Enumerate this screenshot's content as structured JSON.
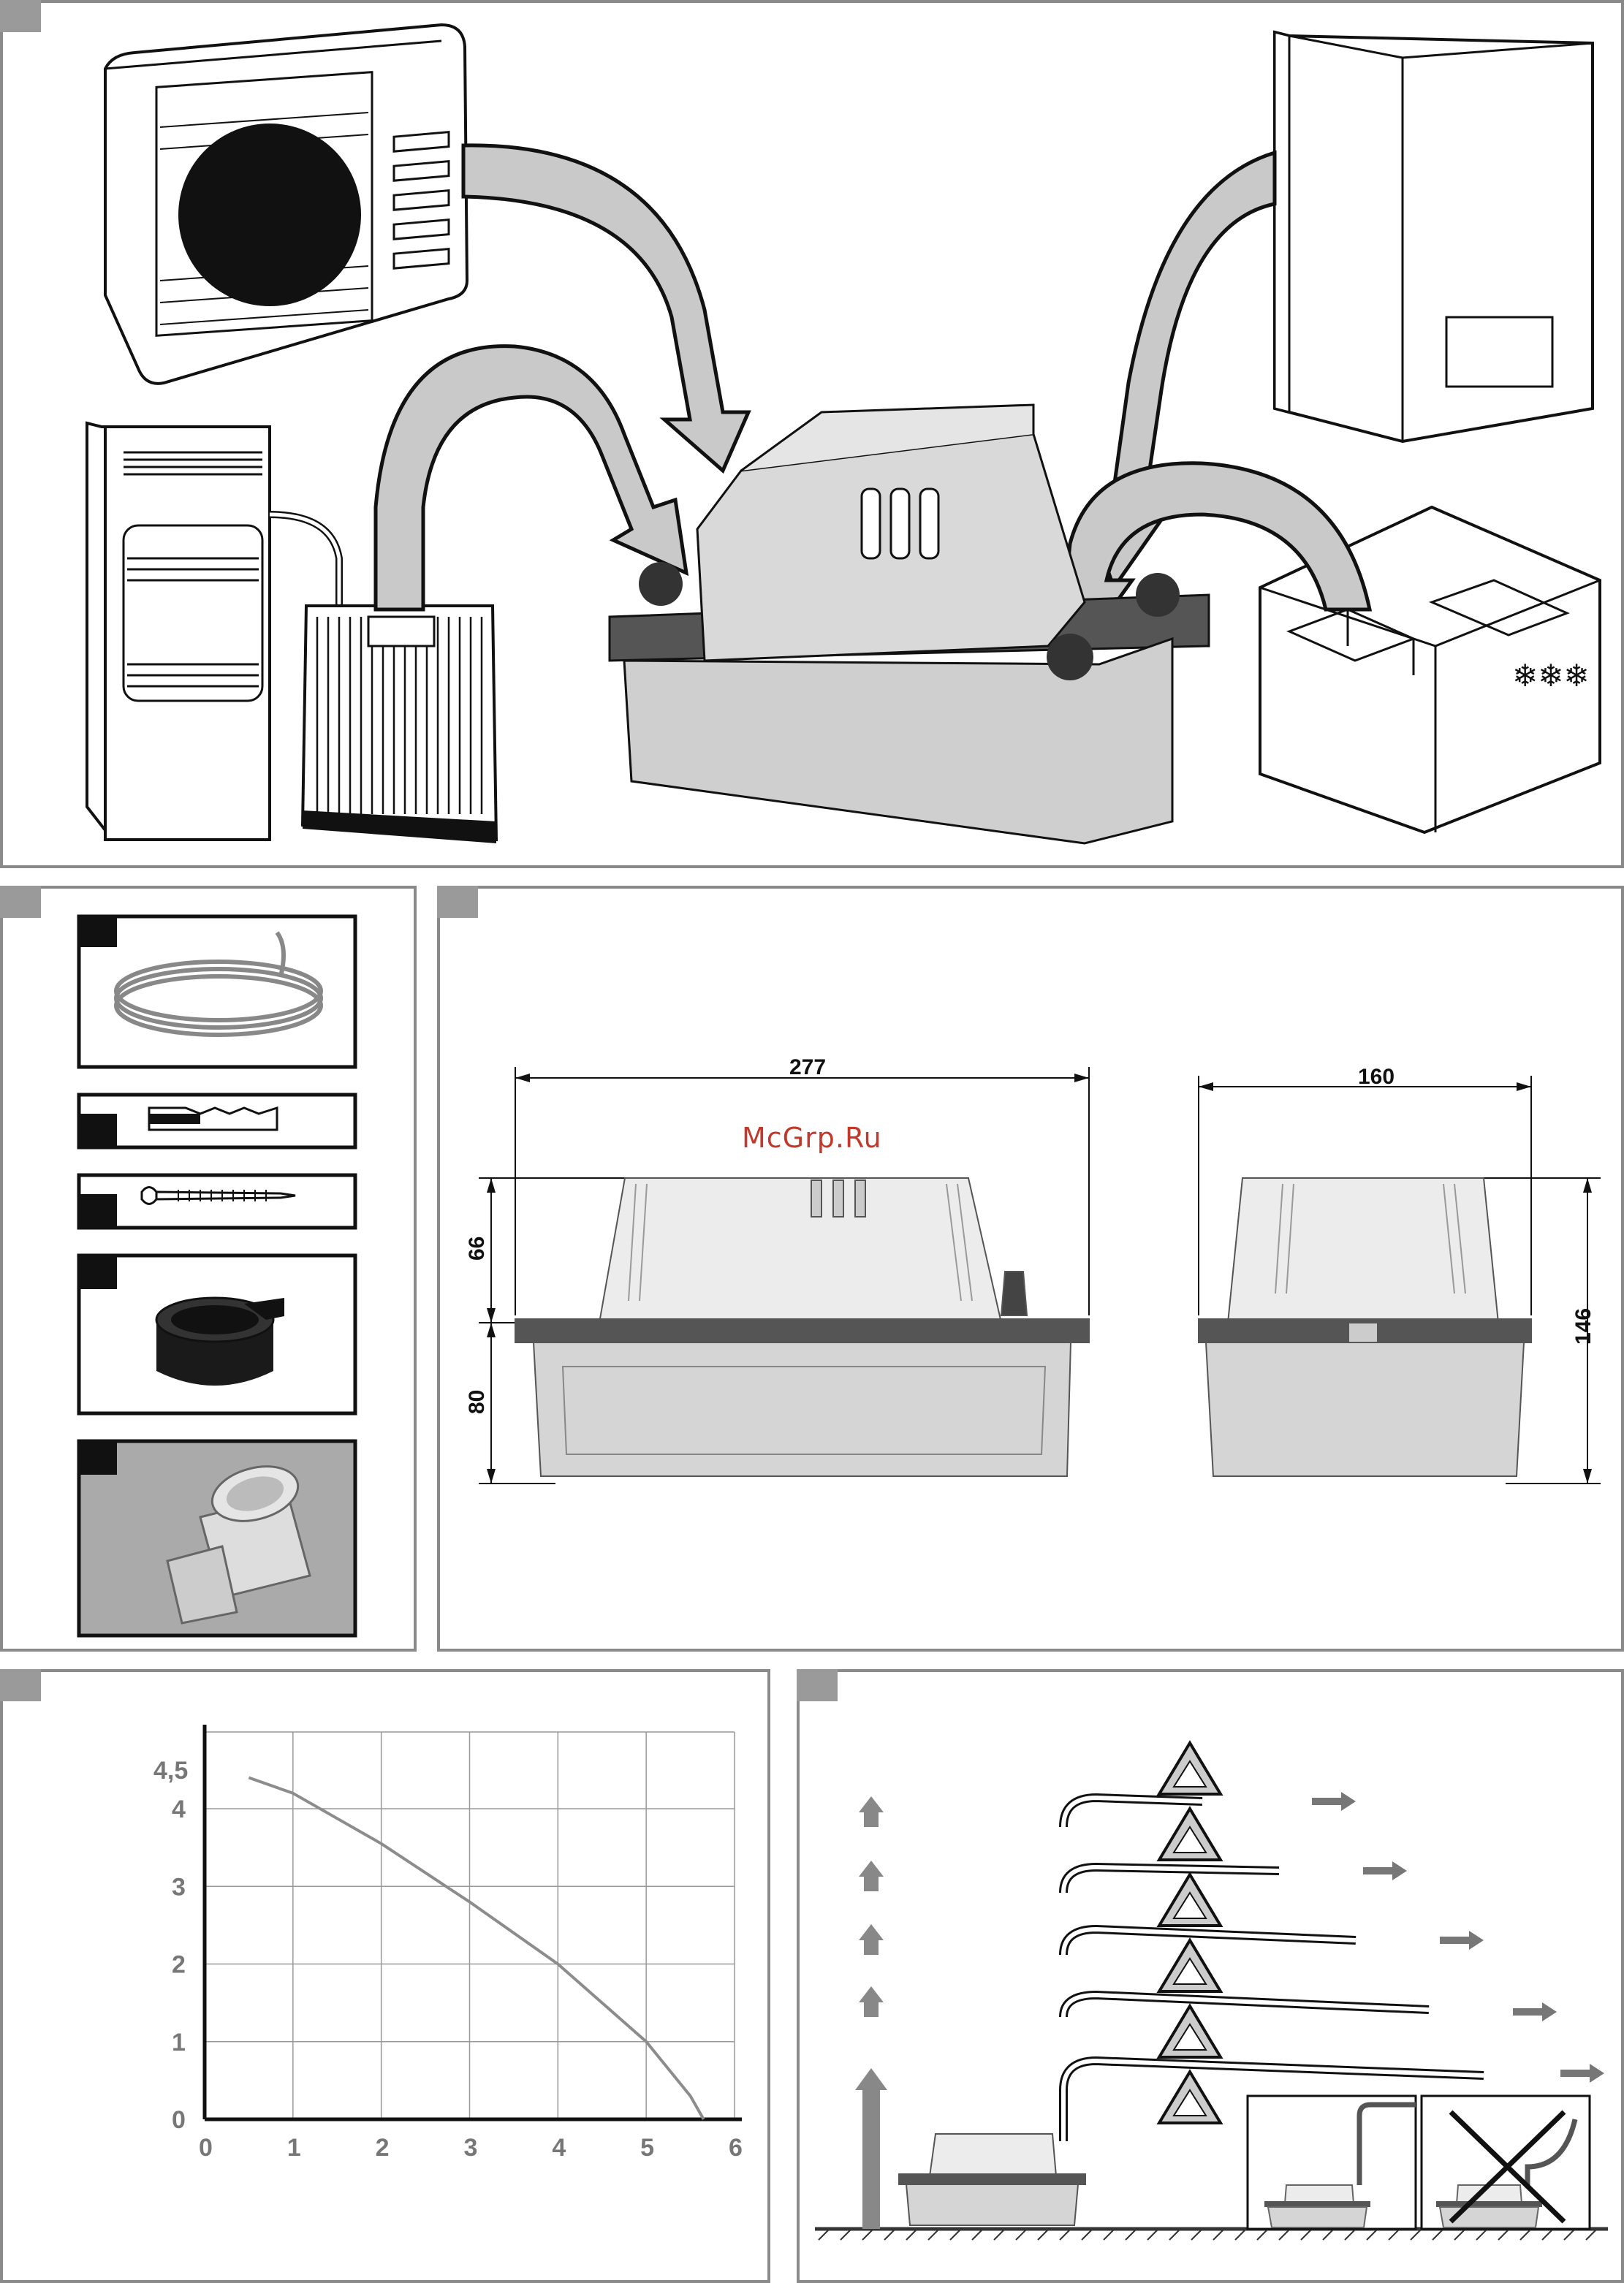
{
  "watermark": "McGrp.Ru",
  "dimensions": {
    "width_front": "277",
    "width_side": "160",
    "height_top": "66",
    "height_bottom": "80",
    "height_total": "146"
  },
  "chart_data": {
    "type": "line",
    "title": "",
    "xlabel": "",
    "ylabel": "",
    "x_ticks": [
      "0",
      "1",
      "2",
      "3",
      "4",
      "5",
      "6"
    ],
    "y_ticks": [
      "0",
      "1",
      "2",
      "3",
      "4",
      "4,5"
    ],
    "xlim": [
      0,
      6
    ],
    "ylim": [
      0,
      4.5
    ],
    "grid": true,
    "series": [
      {
        "x": [
          0.5,
          1,
          2,
          3,
          4,
          5,
          5.5,
          5.65
        ],
        "y": [
          4.4,
          4.2,
          3.55,
          2.8,
          2.0,
          1.0,
          0.3,
          0.0
        ]
      }
    ]
  },
  "colors": {
    "panel_border": "#8a8a8a",
    "tag": "#9a9a9a",
    "device_top": "#d6d6d6",
    "device_band": "#555555",
    "device_base": "#c8c8c8",
    "arrow": "#c9c9c9",
    "curve": "#8c8c8c",
    "watermark": "#c0392b"
  }
}
